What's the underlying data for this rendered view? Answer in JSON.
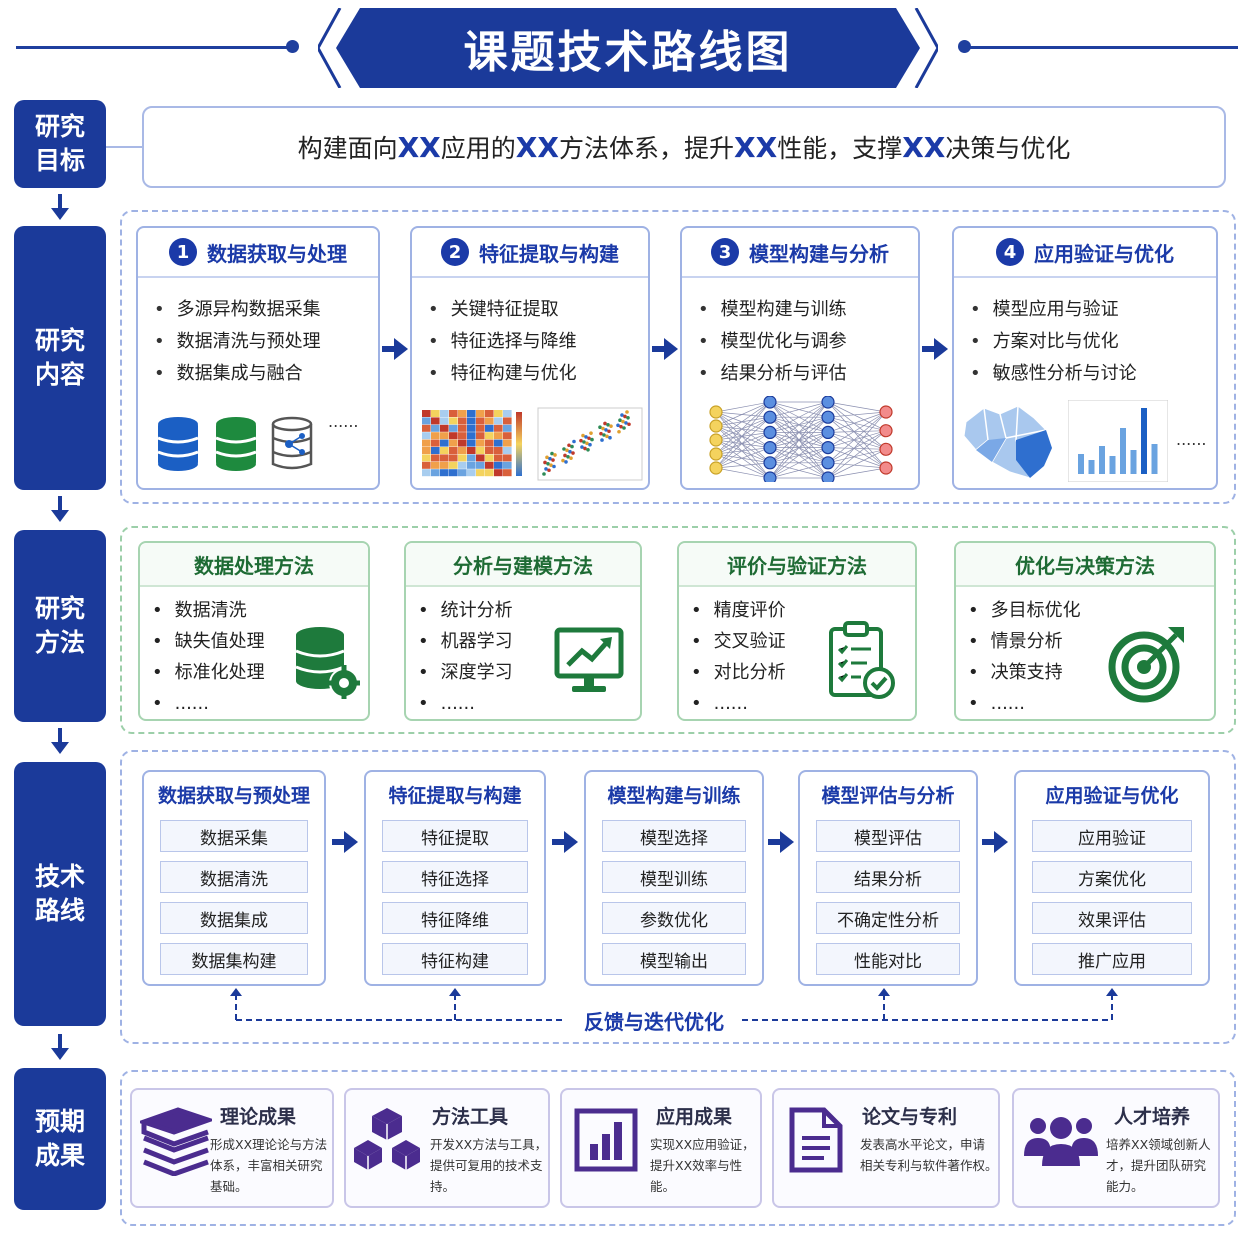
{
  "title": "课题技术路线图",
  "sections": {
    "goal": [
      "研究",
      "目标"
    ],
    "content": [
      "研究",
      "内容"
    ],
    "method": [
      "研究",
      "方法"
    ],
    "route": [
      "技术",
      "路线"
    ],
    "result": [
      "预期",
      "成果"
    ]
  },
  "goal": {
    "parts": [
      "构建面向",
      "XX",
      "应用的",
      "XX",
      "方法体系，提升",
      "XX",
      "性能，支撑",
      "XX",
      "决策与优化"
    ]
  },
  "content": {
    "cards": [
      {
        "num": "1",
        "title": "数据获取与处理",
        "items": [
          "多源异构数据采集",
          "数据清洗与预处理",
          "数据集成与融合"
        ],
        "more": "......"
      },
      {
        "num": "2",
        "title": "特征提取与构建",
        "items": [
          "关键特征提取",
          "特征选择与降维",
          "特征构建与优化"
        ],
        "more": ""
      },
      {
        "num": "3",
        "title": "模型构建与分析",
        "items": [
          "模型构建与训练",
          "模型优化与调参",
          "结果分析与评估"
        ],
        "more": ""
      },
      {
        "num": "4",
        "title": "应用验证与优化",
        "items": [
          "模型应用与验证",
          "方案对比与优化",
          "敏感性分析与讨论"
        ],
        "more": "......"
      }
    ]
  },
  "method": {
    "cards": [
      {
        "title": "数据处理方法",
        "items": [
          "数据清洗",
          "缺失值处理",
          "标准化处理",
          "......"
        ],
        "icon": "database-gear-icon"
      },
      {
        "title": "分析与建模方法",
        "items": [
          "统计分析",
          "机器学习",
          "深度学习",
          "......"
        ],
        "icon": "monitor-chart-icon"
      },
      {
        "title": "评价与验证方法",
        "items": [
          "精度评价",
          "交叉验证",
          "对比分析",
          "......"
        ],
        "icon": "clipboard-check-icon"
      },
      {
        "title": "优化与决策方法",
        "items": [
          "多目标优化",
          "情景分析",
          "决策支持",
          "......"
        ],
        "icon": "target-icon"
      }
    ]
  },
  "route": {
    "stages": [
      {
        "title": "数据获取与预处理",
        "steps": [
          "数据采集",
          "数据清洗",
          "数据集成",
          "数据集构建"
        ]
      },
      {
        "title": "特征提取与构建",
        "steps": [
          "特征提取",
          "特征选择",
          "特征降维",
          "特征构建"
        ]
      },
      {
        "title": "模型构建与训练",
        "steps": [
          "模型选择",
          "模型训练",
          "参数优化",
          "模型输出"
        ]
      },
      {
        "title": "模型评估与分析",
        "steps": [
          "模型评估",
          "结果分析",
          "不确定性分析",
          "性能对比"
        ]
      },
      {
        "title": "应用验证与优化",
        "steps": [
          "应用验证",
          "方案优化",
          "效果评估",
          "推广应用"
        ]
      }
    ],
    "feedback": "反馈与迭代优化"
  },
  "results": [
    {
      "title": "理论成果",
      "desc": [
        "形成XX理论论与方法",
        "体系，丰富相关研究",
        "基础。"
      ],
      "icon": "books-icon"
    },
    {
      "title": "方法工具",
      "desc": [
        "开发XX方法与工具，",
        "提供可复用的技术支",
        "持。"
      ],
      "icon": "cubes-icon"
    },
    {
      "title": "应用成果",
      "desc": [
        "实现XX应用验证，",
        "提升XX效率与性",
        "能。"
      ],
      "icon": "bar-chart-icon"
    },
    {
      "title": "论文与专利",
      "desc": [
        "发表高水平论文，申请",
        "相关专利与软件著作权。"
      ],
      "icon": "document-icon"
    },
    {
      "title": "人才培养",
      "desc": [
        "培养XX领域创新人",
        "才，提升团队研究",
        "能力。"
      ],
      "icon": "people-icon"
    }
  ],
  "colors": {
    "primary": "#1b3a9a",
    "green": "#1e7a3c",
    "purple": "#4b2c8f"
  }
}
